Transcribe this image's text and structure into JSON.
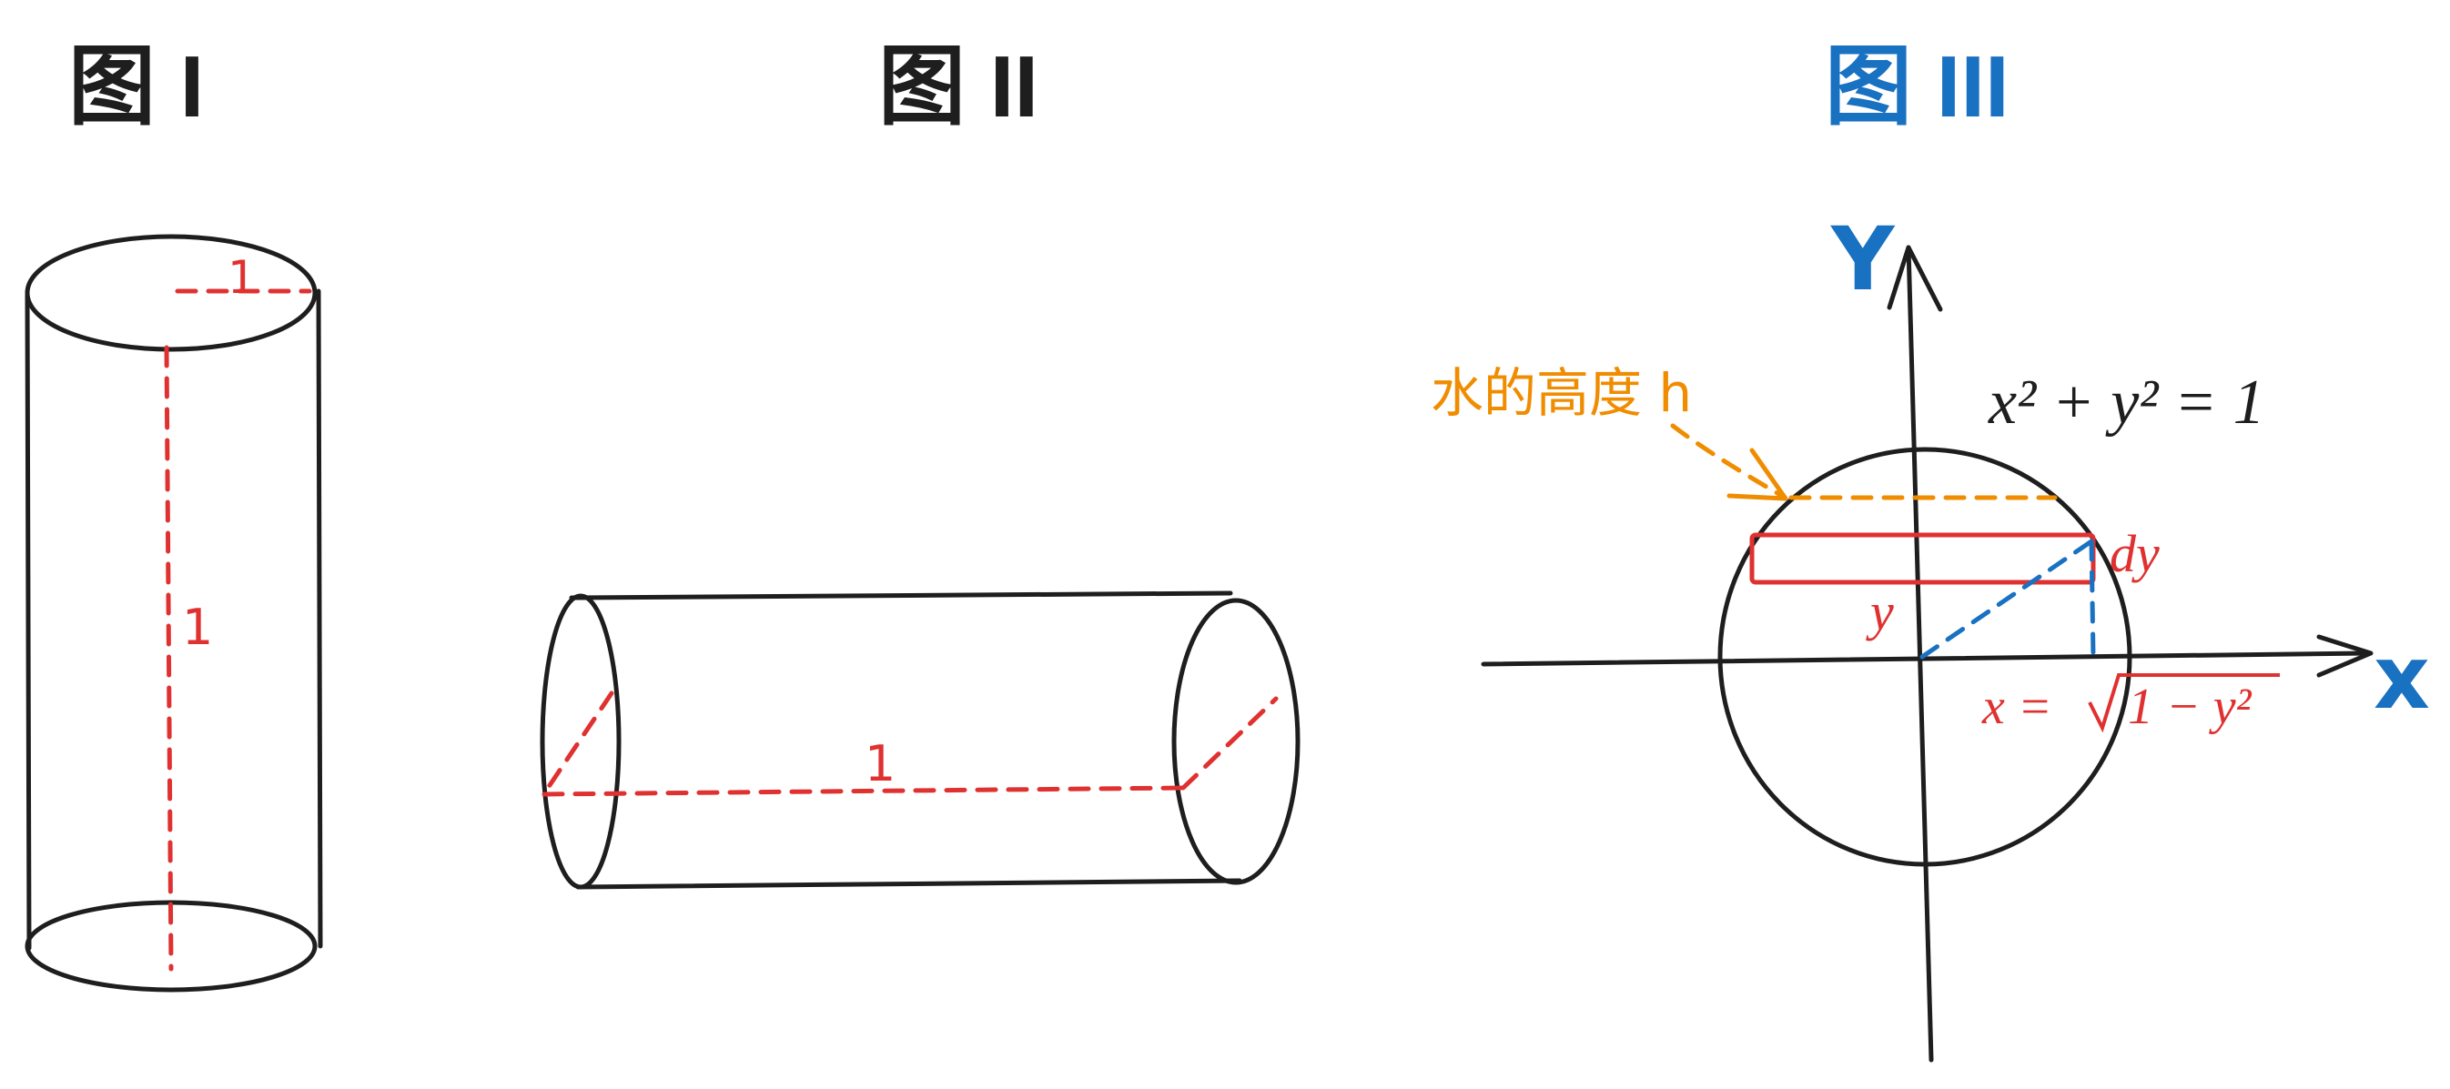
{
  "figures": [
    {
      "title": "图 I",
      "label_radius": "1",
      "label_height": "1",
      "title_color": "#1e1e1e"
    },
    {
      "title": "图 II",
      "label_length": "1",
      "title_color": "#1e1e1e"
    },
    {
      "title": "图 III",
      "title_color": "#1971c2"
    }
  ],
  "fig3": {
    "axis_y": "Y",
    "axis_x": "x",
    "circle_equation": "x² + y² = 1",
    "water_height_label": "水的高度 h",
    "dy_label": "dy",
    "y_label": "y",
    "x_expression_left": "x = ",
    "x_expression_radicand": "1 − y²"
  },
  "colors": {
    "ink": "#1e1e1e",
    "red": "#e03131",
    "blue": "#1971c2",
    "orange": "#f08c00"
  }
}
